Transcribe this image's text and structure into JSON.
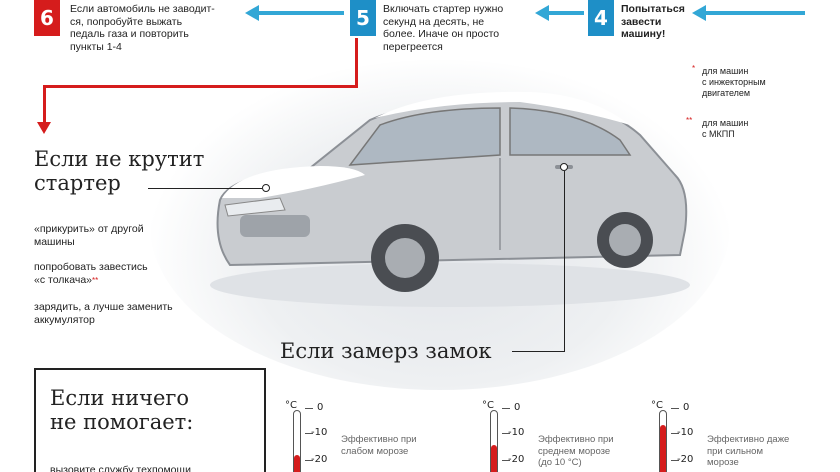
{
  "steps": {
    "step6": {
      "number": "6",
      "text": "Если автомобиль не заводит-\nся, попробуйте выжать\nпедаль газа и повторить\nпункты 1-4"
    },
    "step5": {
      "number": "5",
      "text": "Включать стартер нужно\nсекунд на десять, не\nболее. Иначе он просто\nперегреется"
    },
    "step4": {
      "number": "4",
      "text": "Попытаться\nзавести\nмашину!"
    }
  },
  "notes": {
    "injector": {
      "marker": "*",
      "text": "для машин\nс инжекторным\nдвигателем"
    },
    "manual": {
      "marker": "**",
      "text": "для машин\nс МКПП"
    }
  },
  "starter_section": {
    "heading": "Если не крутит\nстартер",
    "tips": [
      {
        "text": "«прикурить» от другой\nмашины",
        "marker": ""
      },
      {
        "text": "попробовать завестись\n«с толкача»",
        "marker": "**"
      },
      {
        "text": "зарядить, а лучше заменить\nаккумулятор",
        "marker": ""
      }
    ]
  },
  "lock_section": {
    "heading": "Если замерз замок"
  },
  "nothing_box": {
    "heading": "Если ничего\nне помогает:",
    "text": "вызовите службу техпомощи"
  },
  "thermometers": [
    {
      "unit": "°C",
      "ticks": [
        "0",
        "-10",
        "-20"
      ],
      "level": 0.35,
      "caption": "Эффективно при\nслабом морозе"
    },
    {
      "unit": "°C",
      "ticks": [
        "0",
        "-10",
        "-20"
      ],
      "level": 0.5,
      "caption": "Эффективно при\nсреднем морозе\n(до 10 °С)"
    },
    {
      "unit": "°C",
      "ticks": [
        "0",
        "-10",
        "-20"
      ],
      "level": 0.8,
      "caption": "Эффективно даже\nпри сильном\nморозе"
    }
  ],
  "colors": {
    "accent_blue": "#32a7d6",
    "accent_red": "#d51c1c"
  }
}
